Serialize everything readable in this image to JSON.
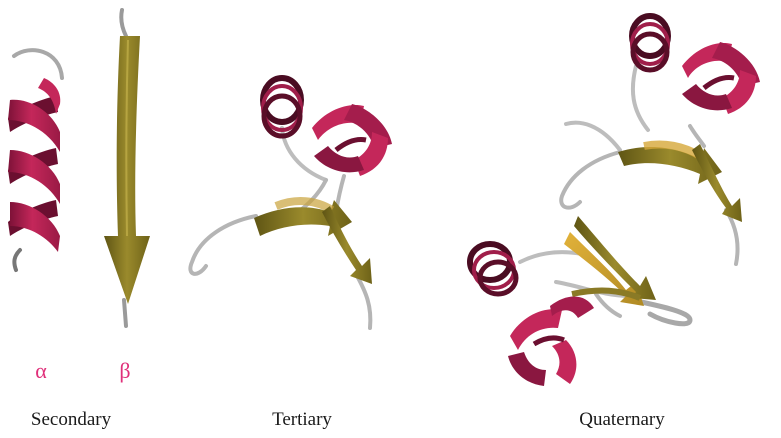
{
  "labels": {
    "alpha": "α",
    "beta": "β",
    "secondary": "Secondary",
    "tertiary": "Tertiary",
    "quaternary": "Quaternary"
  },
  "colors": {
    "helix": "#c4275a",
    "helix_dark": "#7e1238",
    "strand": "#9a8a2c",
    "strand_dark": "#5f5514",
    "strand_light": "#d9ad36",
    "coil": "#b8b8b8",
    "greek_text": "#e0307a",
    "caption_text": "#1a1a1a"
  },
  "icons": [
    "alpha-helix-ribbon",
    "beta-strand-arrow",
    "tertiary-fold-ribbon",
    "quaternary-dimer-ribbon"
  ]
}
